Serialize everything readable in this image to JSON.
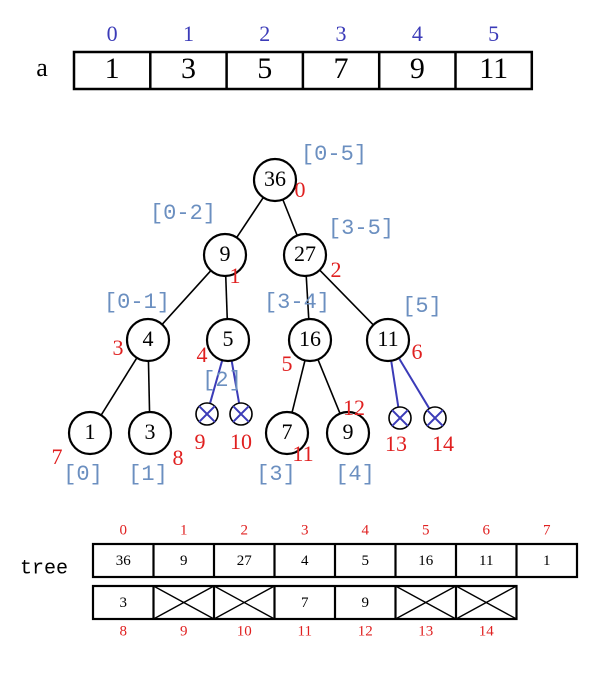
{
  "array": {
    "name": "a",
    "indices": [
      "0",
      "1",
      "2",
      "3",
      "4",
      "5"
    ],
    "values": [
      "1",
      "3",
      "5",
      "7",
      "9",
      "11"
    ]
  },
  "tree": {
    "nodes": [
      {
        "value": "36",
        "index": "0",
        "range": "[0-5]"
      },
      {
        "value": "9",
        "index": "1",
        "range": "[0-2]"
      },
      {
        "value": "27",
        "index": "2",
        "range": "[3-5]"
      },
      {
        "value": "4",
        "index": "3",
        "range": "[0-1]"
      },
      {
        "value": "5",
        "index": "4",
        "range": "[2]"
      },
      {
        "value": "16",
        "index": "5",
        "range": "[3-4]"
      },
      {
        "value": "11",
        "index": "6",
        "range": "[5]"
      },
      {
        "value": "1",
        "index": "7",
        "range": "[0]"
      },
      {
        "value": "3",
        "index": "8",
        "range": "[1]"
      },
      {
        "value": "",
        "index": "9",
        "range": "",
        "empty": true
      },
      {
        "value": "",
        "index": "10",
        "range": "",
        "empty": true
      },
      {
        "value": "7",
        "index": "11",
        "range": "[3]"
      },
      {
        "value": "9",
        "index": "12",
        "range": "[4]"
      },
      {
        "value": "",
        "index": "13",
        "range": "",
        "empty": true
      },
      {
        "value": "",
        "index": "14",
        "range": "",
        "empty": true
      }
    ]
  },
  "storage": {
    "label": "tree",
    "row1": {
      "indices": [
        "0",
        "1",
        "2",
        "3",
        "4",
        "5",
        "6",
        "7"
      ],
      "values": [
        "36",
        "9",
        "27",
        "4",
        "5",
        "16",
        "11",
        "1"
      ]
    },
    "row2": {
      "indices": [
        "8",
        "9",
        "10",
        "11",
        "12",
        "13",
        "14"
      ],
      "values": [
        "3",
        "",
        "",
        "7",
        "9",
        "",
        ""
      ],
      "empty": [
        false,
        true,
        true,
        false,
        false,
        true,
        true
      ]
    }
  },
  "colors": {
    "index_blue": "#3b3bb8",
    "range_blue": "#6b8fc0",
    "node_index_red": "#e02020",
    "empty_link": "#3b3bb8",
    "ink": "#000000"
  }
}
